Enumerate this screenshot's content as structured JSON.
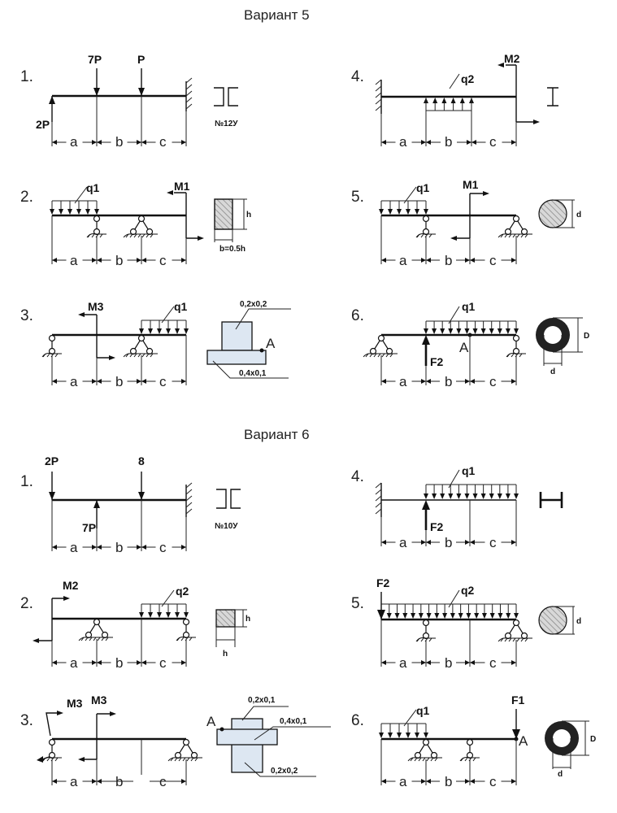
{
  "variants": [
    {
      "title": "Вариант 5",
      "problems": [
        {
          "number": "1.",
          "loads": [
            "7P",
            "P",
            "2P"
          ],
          "section_label": "№12У",
          "section_shape": "channel-pair",
          "dims": [
            "a",
            "b",
            "c"
          ]
        },
        {
          "number": "2.",
          "loads": [
            "q1",
            "M1"
          ],
          "section_label": "b=0.5h",
          "section_dims": [
            "h"
          ],
          "section_shape": "rectangle",
          "dims": [
            "a",
            "b",
            "c"
          ]
        },
        {
          "number": "3.",
          "loads": [
            "M3",
            "q1"
          ],
          "section_labels": [
            "0,2x0,2",
            "0,4x0,1"
          ],
          "point_label": "A",
          "section_shape": "t-section",
          "dims": [
            "a",
            "b",
            "c"
          ]
        },
        {
          "number": "4.",
          "loads": [
            "q2",
            "M2"
          ],
          "section_shape": "i-beam",
          "dims": [
            "a",
            "b",
            "c"
          ]
        },
        {
          "number": "5.",
          "loads": [
            "q1",
            "M1"
          ],
          "section_dims": [
            "d"
          ],
          "section_shape": "circle",
          "dims": [
            "a",
            "b",
            "c"
          ]
        },
        {
          "number": "6.",
          "loads": [
            "q1",
            "F2"
          ],
          "point_label": "A",
          "section_dims": [
            "D",
            "d"
          ],
          "section_shape": "ring",
          "dims": [
            "a",
            "b",
            "c"
          ]
        }
      ]
    },
    {
      "title": "Вариант 6",
      "problems": [
        {
          "number": "1.",
          "loads": [
            "2P",
            "8",
            "7P"
          ],
          "section_label": "№10У",
          "section_shape": "channel-pair",
          "dims": [
            "a",
            "b",
            "c"
          ]
        },
        {
          "number": "2.",
          "loads": [
            "M2",
            "q2"
          ],
          "section_dims": [
            "h",
            "h"
          ],
          "section_shape": "square",
          "dims": [
            "a",
            "b",
            "c"
          ]
        },
        {
          "number": "3.",
          "loads": [
            "M3",
            "M3"
          ],
          "section_labels": [
            "0,2x0,1",
            "0,4x0,1",
            "0,2x0,2"
          ],
          "point_label": "A",
          "section_shape": "cross-section",
          "dims": [
            "a",
            "b",
            "c"
          ]
        },
        {
          "number": "4.",
          "loads": [
            "q1",
            "F2"
          ],
          "section_shape": "i-beam-horizontal",
          "dims": [
            "a",
            "b",
            "c"
          ]
        },
        {
          "number": "5.",
          "loads": [
            "F2",
            "q2"
          ],
          "section_dims": [
            "d"
          ],
          "section_shape": "circle",
          "dims": [
            "a",
            "b",
            "c"
          ]
        },
        {
          "number": "6.",
          "loads": [
            "q1",
            "F1"
          ],
          "point_label": "A",
          "section_dims": [
            "D",
            "d"
          ],
          "section_shape": "ring",
          "dims": [
            "a",
            "b",
            "c"
          ]
        }
      ]
    }
  ]
}
